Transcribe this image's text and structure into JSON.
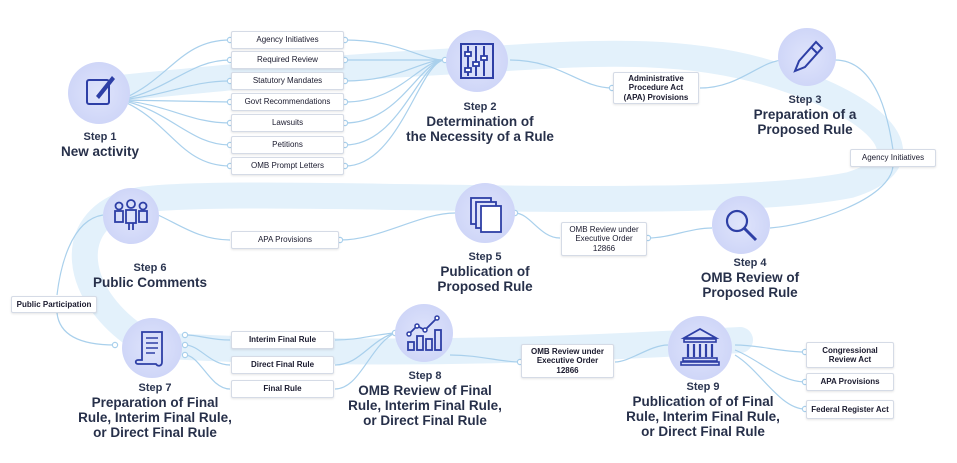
{
  "steps": [
    {
      "num": "Step 1",
      "title": [
        "New activity"
      ]
    },
    {
      "num": "Step 2",
      "title": [
        "Determination of",
        "the Necessity of a Rule"
      ]
    },
    {
      "num": "Step 3",
      "title": [
        "Preparation of a",
        "Proposed Rule"
      ]
    },
    {
      "num": "Step 4",
      "title": [
        "OMB Review of",
        "Proposed Rule"
      ]
    },
    {
      "num": "Step 5",
      "title": [
        "Publication of",
        "Proposed Rule"
      ]
    },
    {
      "num": "Step 6",
      "title": [
        "Public Comments"
      ]
    },
    {
      "num": "Step 7",
      "title": [
        "Preparation of Final",
        "Rule, Interim Final Rule,",
        "or Direct Final Rule"
      ]
    },
    {
      "num": "Step 8",
      "title": [
        "OMB Review of Final",
        "Rule, Interim Final Rule,",
        "or Direct Final Rule"
      ]
    },
    {
      "num": "Step 9",
      "title": [
        "Publication of of Final",
        "Rule, Interim Final Rule,",
        "or Direct Final Rule"
      ]
    }
  ],
  "inputs_step2": [
    "Agency Initiatives",
    "Required Review",
    "Statutory Mandates",
    "Govt Recommendations",
    "Lawsuits",
    "Petitions",
    "OMB Prompt Letters"
  ],
  "apa_provisions_box": "Administrative Procedure Act (APA) Provisions",
  "agency_initiatives_box": "Agency Initiatives",
  "omb_review_box_1": "OMB Review under Executive Order 12866",
  "apa_provisions_box_2": "APA Provisions",
  "public_participation_box": "Public Participation",
  "final_rule_types": [
    "Interim Final Rule",
    "Direct Final Rule",
    "Final Rule"
  ],
  "omb_review_box_2": "OMB Review under Executive Order 12866",
  "publication_outputs": [
    "Congressional Review Act",
    "APA Provisions",
    "Federal Register Act"
  ],
  "colors": {
    "band": "#e3f1fb",
    "line": "#9ec9ea",
    "icon_bg": "#d3daf8",
    "icon_stroke": "#2e3fa6",
    "text": "#1f2a44"
  },
  "icons": [
    "pencil-note-icon",
    "sliders-icon",
    "pen-icon",
    "magnifier-icon",
    "documents-icon",
    "people-icon",
    "scroll-icon",
    "chart-icon",
    "courthouse-icon"
  ]
}
